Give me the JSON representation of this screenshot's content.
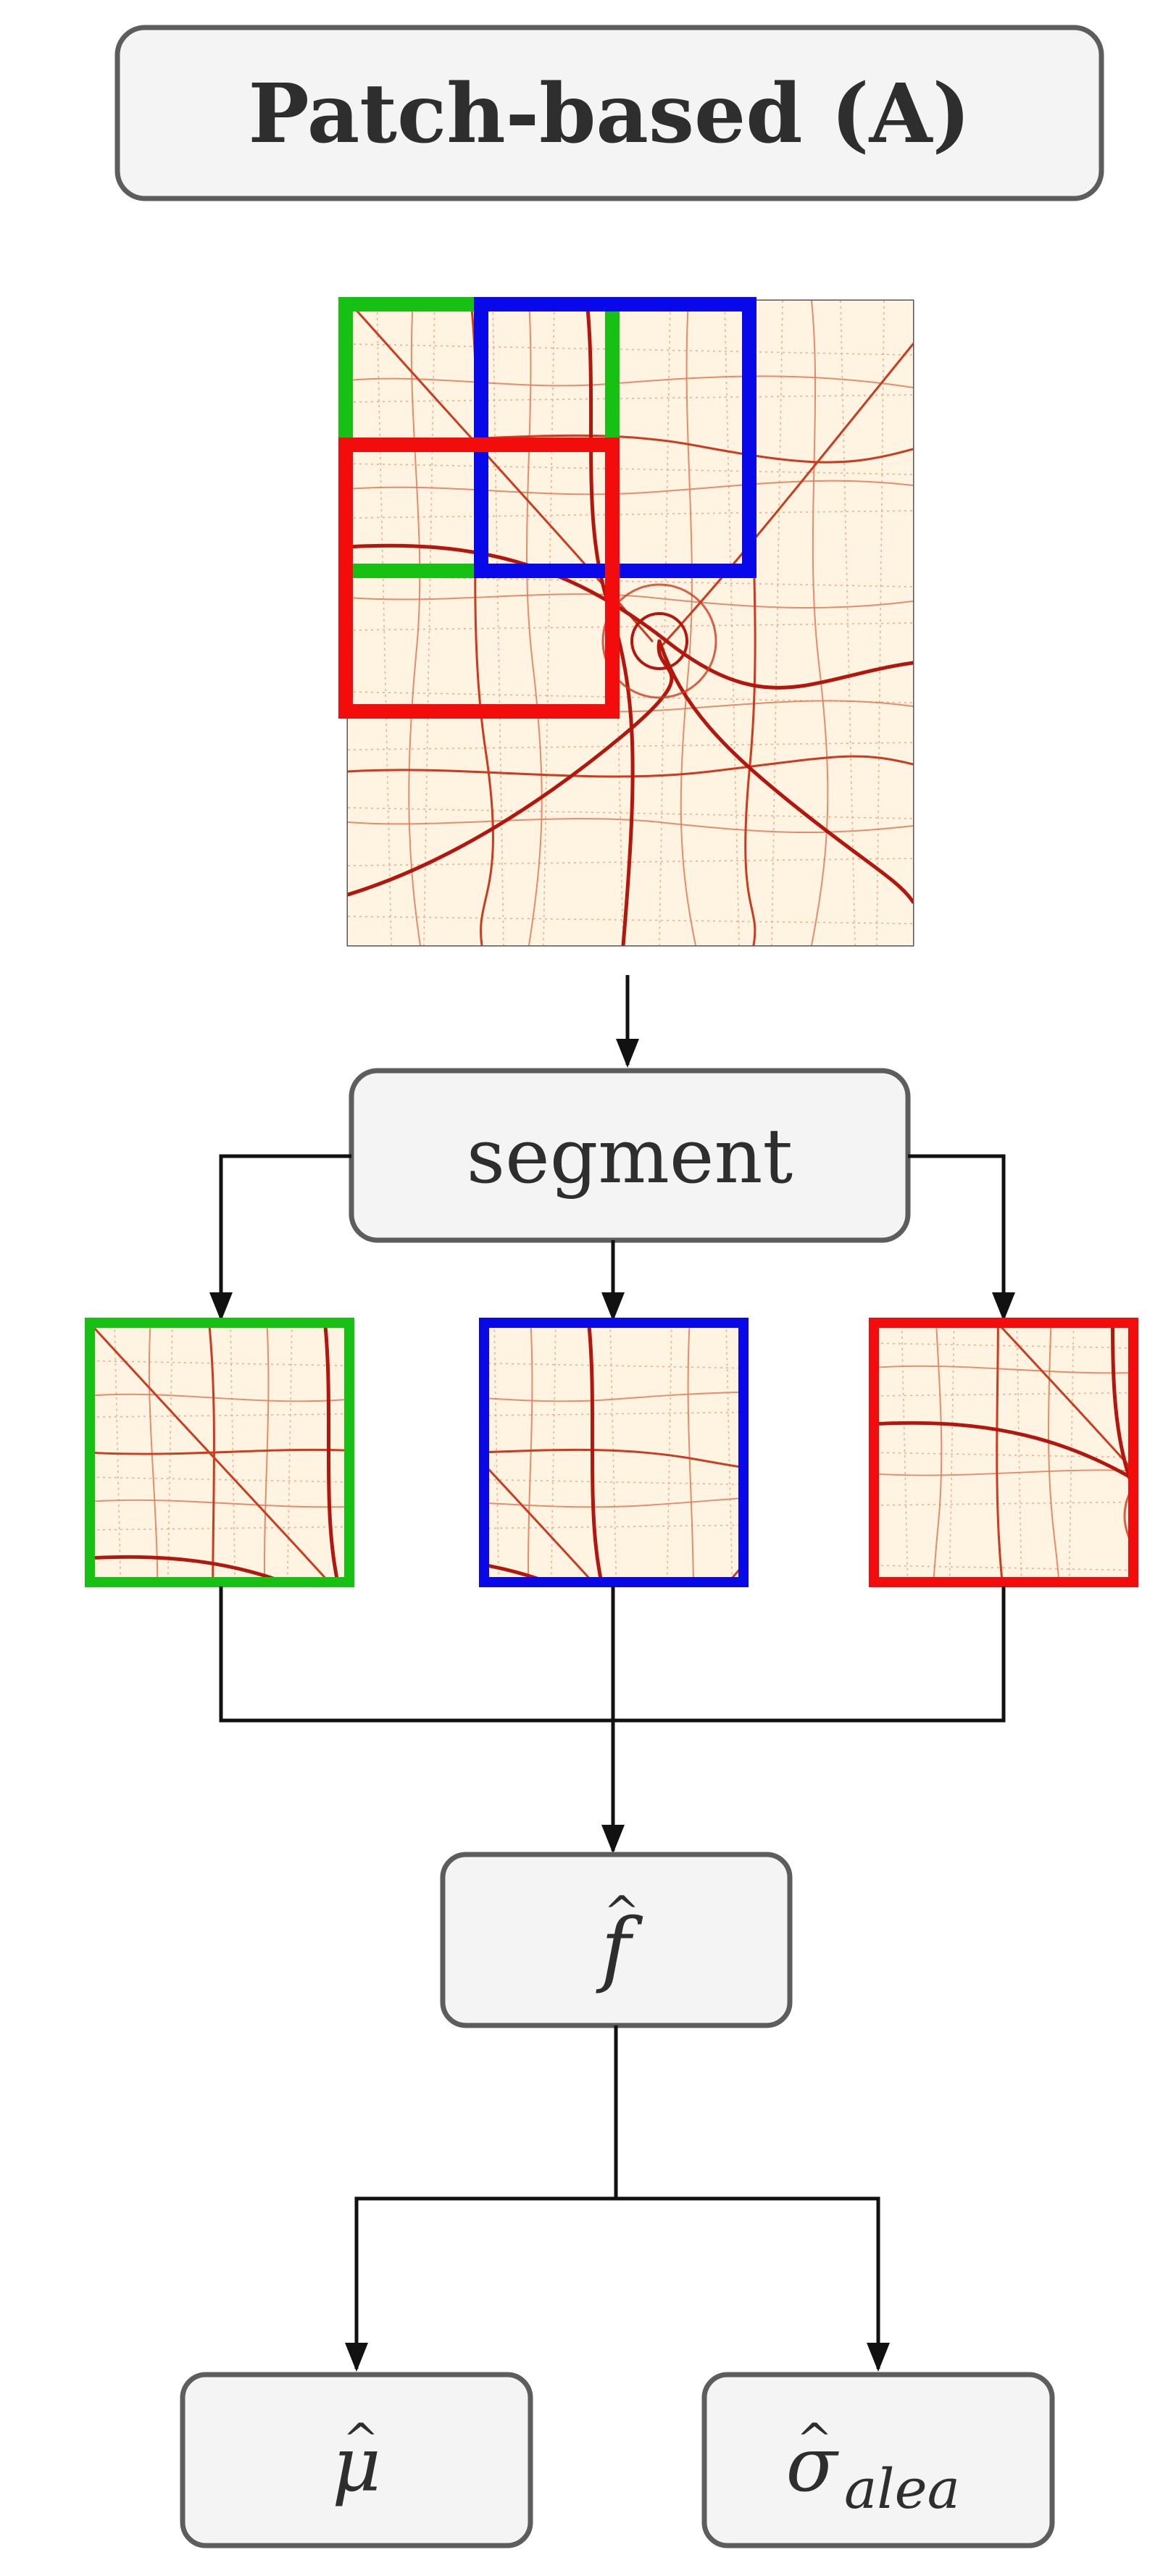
{
  "title": "Patch-based (A)",
  "segment_label": "segment",
  "model_label": {
    "base": "f",
    "hat": "^"
  },
  "outputs": [
    {
      "base": "μ",
      "hat": "^",
      "subscript": ""
    },
    {
      "base": "σ",
      "hat": "^",
      "subscript": "alea"
    }
  ],
  "patch_colors": {
    "green": "#16c114",
    "blue": "#0808e8",
    "red": "#f20c0c"
  },
  "map_colors": {
    "background": "#fff3e2",
    "road_major": "#b3160c",
    "road_minor": "#e07a55"
  },
  "connector_color": "#111111",
  "box_fill": "#f4f4f4",
  "box_stroke": "#5d5d5d"
}
